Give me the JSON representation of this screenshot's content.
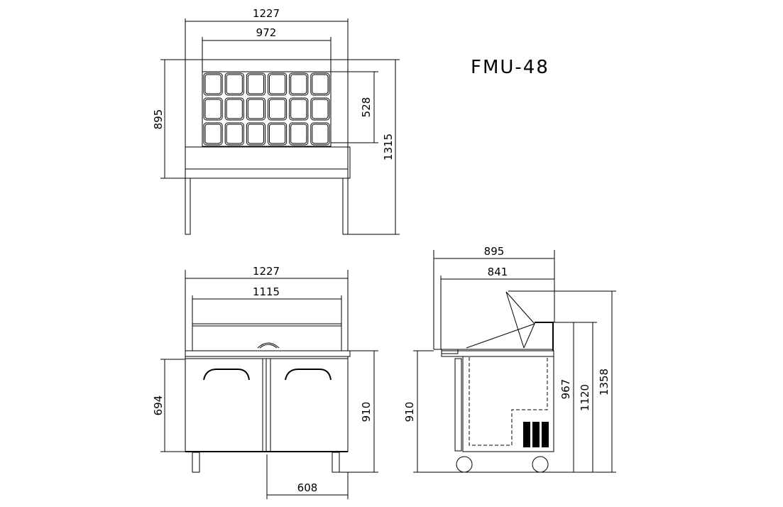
{
  "model": "FMU-48",
  "top_view": {
    "width_overall": "1227",
    "pan_width": "972",
    "depth": "895",
    "pan_depth": "528",
    "height_overall": "1315",
    "pan_rows": 3,
    "pan_cols": 6
  },
  "front_view": {
    "width_overall": "1227",
    "guard_width": "1115",
    "door_height": "694",
    "counter_height": "910",
    "caster_span": "608"
  },
  "side_view": {
    "depth_overall": "895",
    "depth_body": "841",
    "counter_height": "910",
    "rail_height": "967",
    "back_height": "1120",
    "lid_open_height": "1358"
  }
}
